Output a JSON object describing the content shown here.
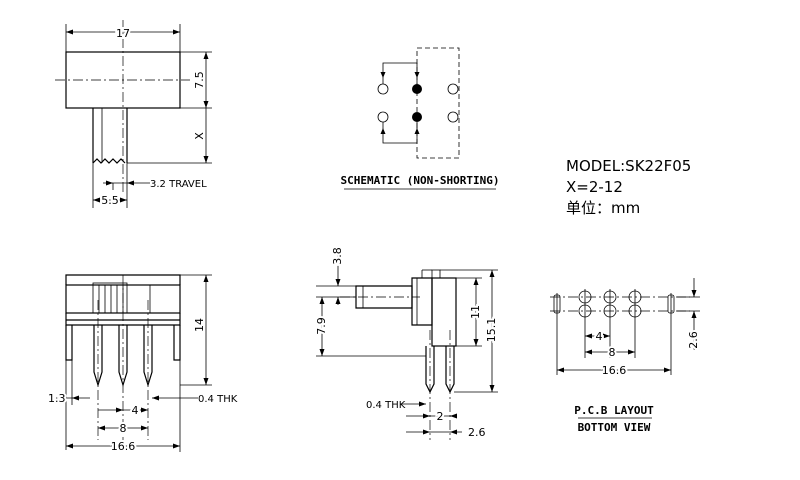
{
  "info": {
    "model": "MODEL:SK22F05",
    "x_range": "X=2-12",
    "unit": "单位：mm"
  },
  "labels": {
    "schematic": "SCHEMATIC (NON-SHORTING)",
    "pcb_layout": "P.C.B LAYOUT",
    "bottom_view": "BOTTOM VIEW",
    "travel": "3.2 TRAVEL",
    "thk_front": "0.4 THK",
    "thk_side": "0.4 THK"
  },
  "dimensions": {
    "top_width": "17",
    "top_height": "7.5",
    "actuator_len": "X",
    "actuator_width": "5.5",
    "front_pin_height": "14",
    "front_offset": "1.3",
    "front_pitch": "4",
    "front_span": "8",
    "front_width": "16.6",
    "side_actuator": "3.8",
    "side_lower": "7.9",
    "side_height": "11",
    "side_total": "15.1",
    "side_pitch": "2",
    "side_depth": "2.6",
    "pcb_pitch": "4",
    "pcb_span": "8",
    "pcb_width": "16.6",
    "pcb_row": "2.6"
  }
}
